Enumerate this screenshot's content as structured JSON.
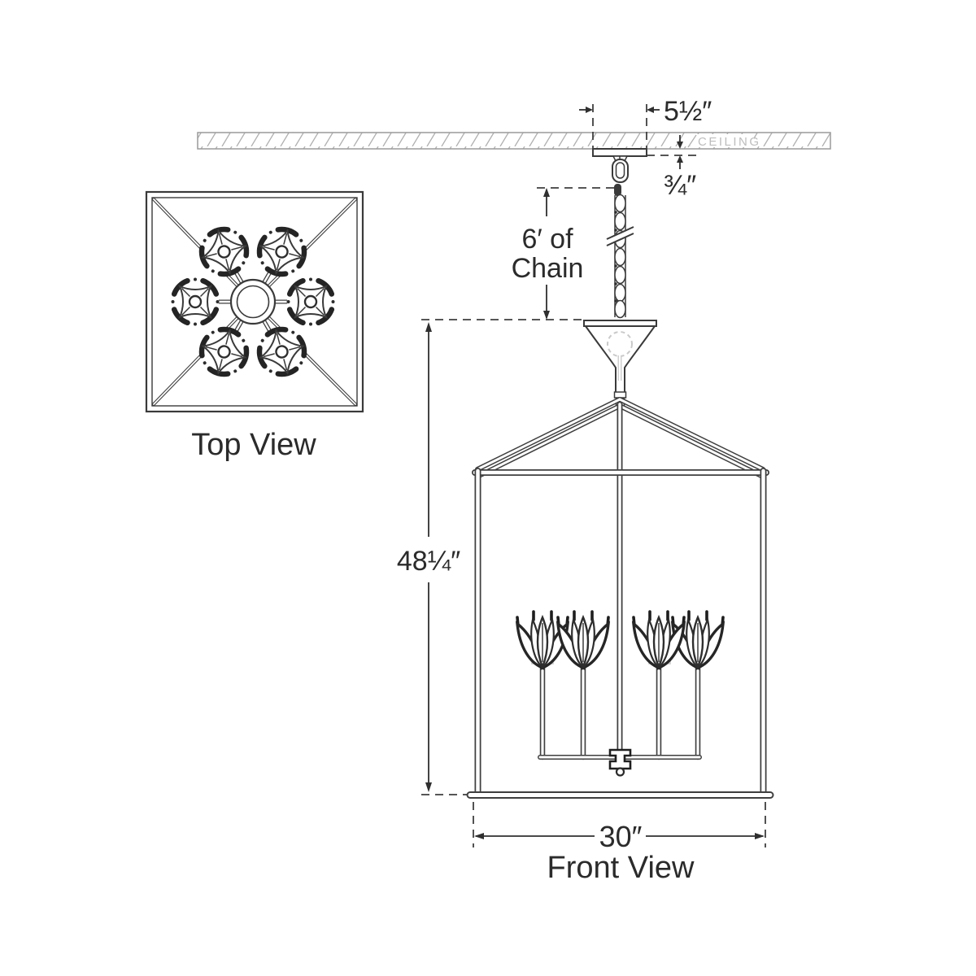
{
  "labels": {
    "ceiling": "CEILING",
    "top_view": "Top View",
    "front_view": "Front View"
  },
  "dimensions": {
    "canopy_width": "5½″",
    "canopy_drop": "¾″",
    "chain_length_line1": "6′ of",
    "chain_length_line2": "Chain",
    "overall_height": "48¼″",
    "overall_width": "30″"
  },
  "colors": {
    "line": "#3a3a3a",
    "text": "#2b2b2b",
    "hatch": "#b0b0b0",
    "ceiling_text": "#bdbdbd",
    "faint_detail": "#c9c9c9",
    "background": "#ffffff"
  }
}
